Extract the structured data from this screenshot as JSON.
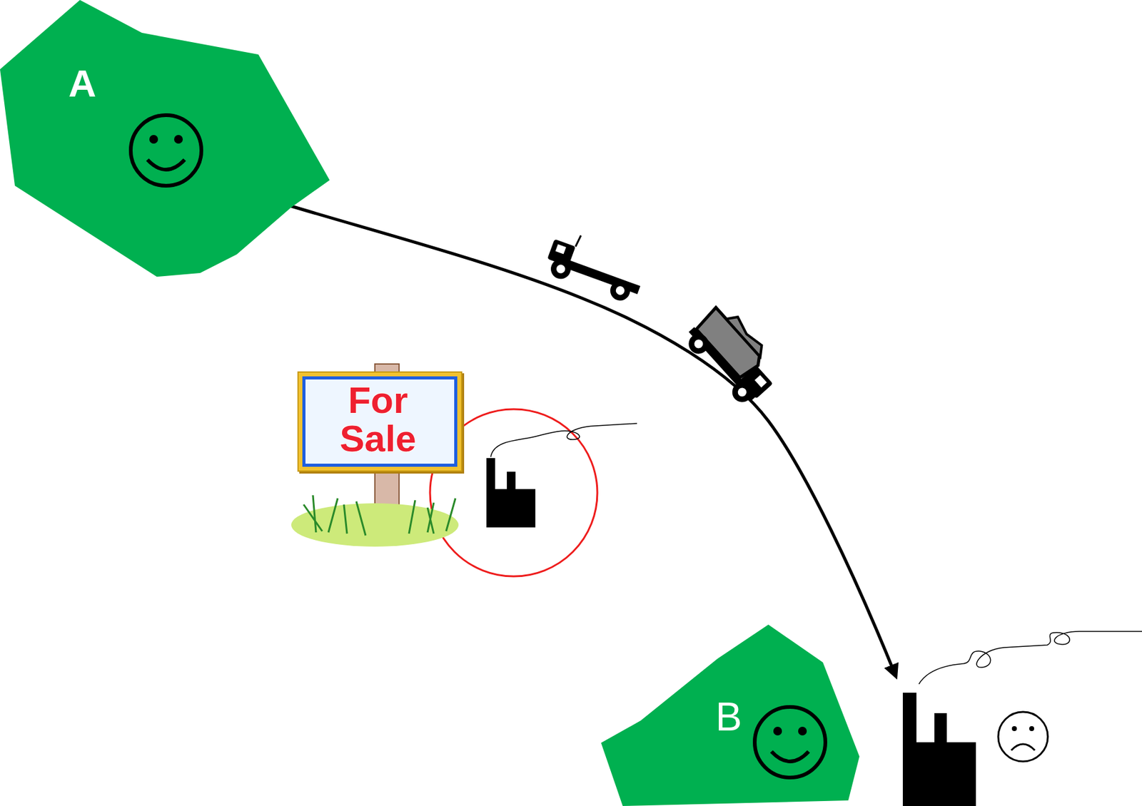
{
  "diagram": {
    "nodes": [
      {
        "text": [
          "A"
        ]
      },
      {
        "text": [
          "For Sale"
        ]
      },
      {
        "text": [
          "B"
        ]
      }
    ]
  }
}
